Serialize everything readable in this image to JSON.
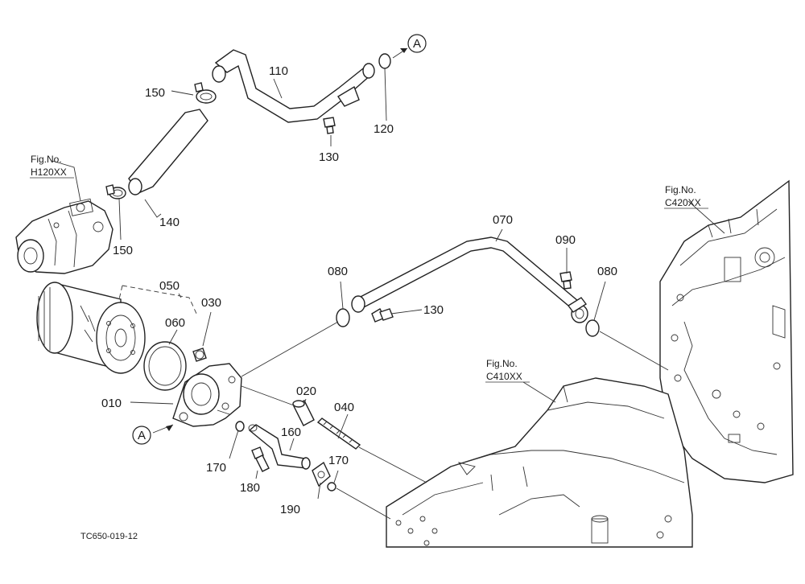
{
  "labels": {
    "p010": "010",
    "p020": "020",
    "p030": "030",
    "p040": "040",
    "p050": "050",
    "p060": "060",
    "p070": "070",
    "p080a": "080",
    "p080b": "080",
    "p090": "090",
    "p110": "110",
    "p120": "120",
    "p130a": "130",
    "p130b": "130",
    "p140": "140",
    "p150a": "150",
    "p150b": "150",
    "p160": "160",
    "p170a": "170",
    "p170b": "170",
    "p180": "180",
    "p190": "190"
  },
  "refs": {
    "h120_fig": "Fig.No.",
    "h120_no": "H120XX",
    "c420_fig": "Fig.No.",
    "c420_no": "C420XX",
    "c410_fig": "Fig.No.",
    "c410_no": "C410XX"
  },
  "connectors": {
    "top": "A",
    "bottom": "A"
  },
  "drawing_code": "TC650-019-12",
  "icons": [
    "circle-a-connector-icon"
  ]
}
